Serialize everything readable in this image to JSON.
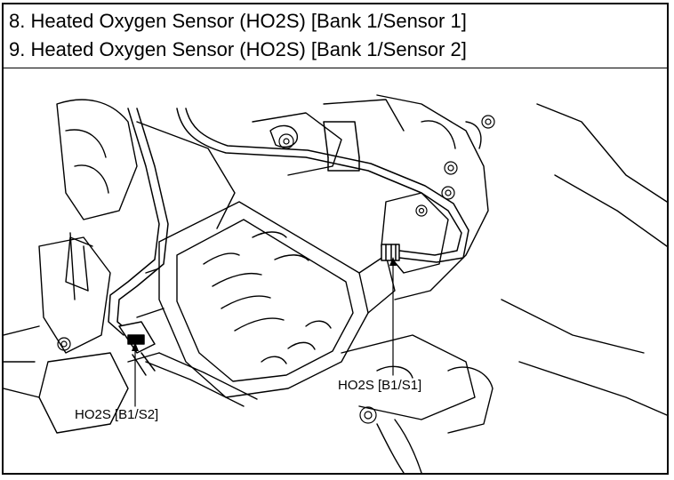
{
  "header": {
    "line1": "8. Heated Oxygen Sensor (HO2S) [Bank 1/Sensor 1]",
    "line2": "9. Heated Oxygen Sensor (HO2S) [Bank 1/Sensor 2]"
  },
  "figure": {
    "callouts": {
      "sensor1": "HO2S [B1/S1]",
      "sensor2": "HO2S [B1/S2]"
    }
  }
}
